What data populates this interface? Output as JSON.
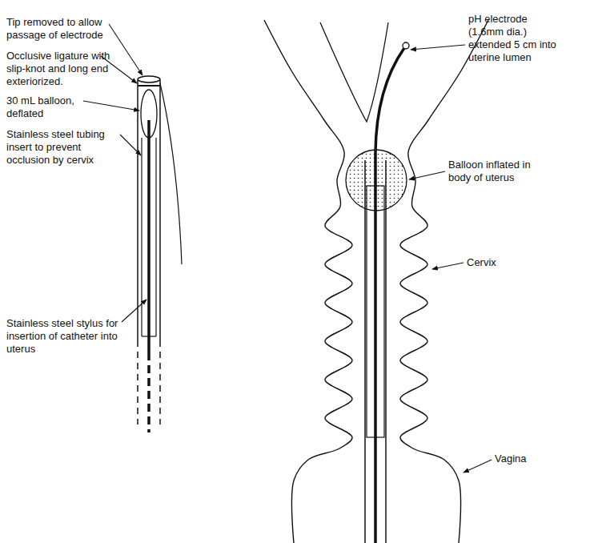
{
  "diagram": {
    "labels": [
      "Tip removed to allow passage of electrode",
      "Occlusive ligature with slip-knot and long end exteriorized.",
      "30 mL balloon, deflated",
      "Stainless steel tubing insert to prevent occlusion by cervix",
      "Stainless steel stylus for insertion of catheter into uterus",
      "pH electrode (1.6mm dia.) extended 5 cm into uterine lumen",
      "Balloon inflated in body of uterus",
      "Cervix",
      "Vagina"
    ]
  }
}
